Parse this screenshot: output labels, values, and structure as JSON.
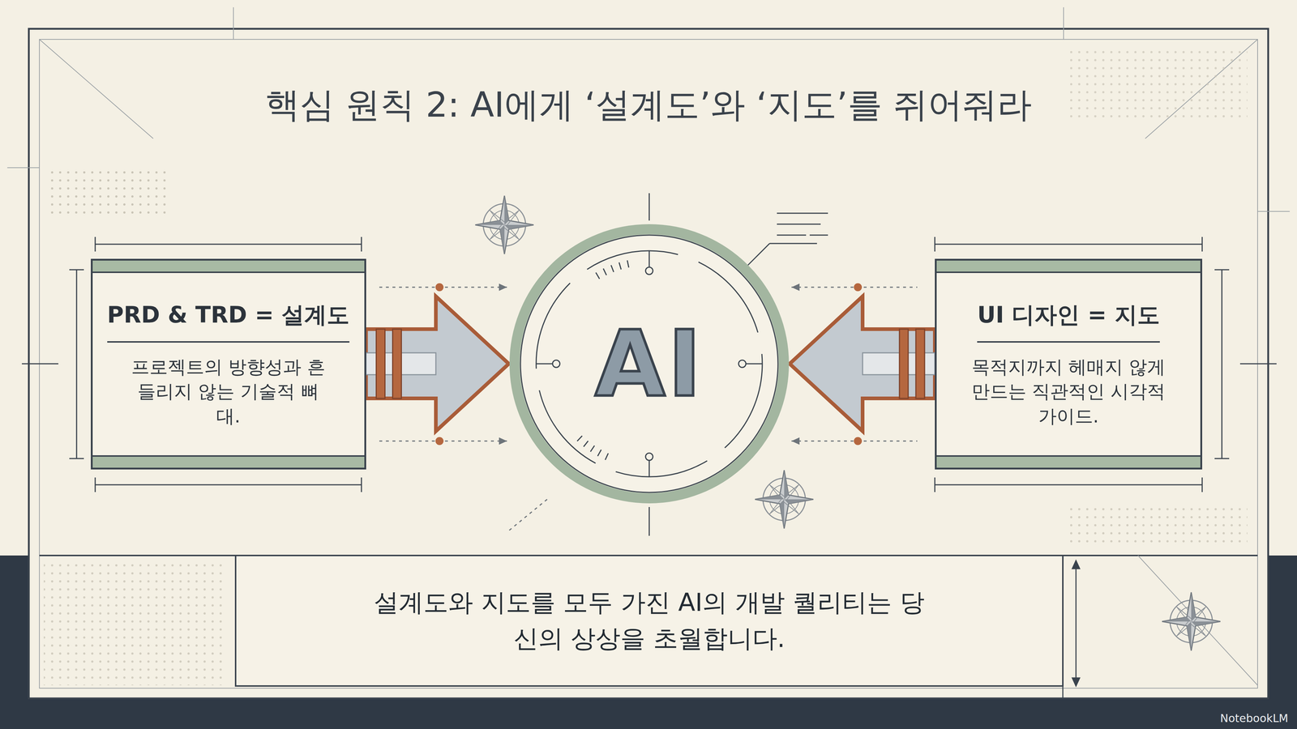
{
  "diagram": {
    "title": "핵심 원칙 2: AI에게 ‘설계도’와 ‘지도’를 쥐어줘라",
    "caption": "설계도와 지도를 모두 가진 AI의 개발 퀄리티는 당신의 상상을 초월합니다.",
    "nodes": [
      {
        "text": [
          "PRD & TRD = 설계도",
          "프로젝트의 방향성과 흔들리지 않는 기술적 뼈대."
        ]
      },
      {
        "text": [
          "AI"
        ]
      },
      {
        "text": [
          "UI 디자인 = 지도",
          "목적지까지 헤매지 않게 만드는 직관적인 시각적 가이드."
        ]
      }
    ],
    "edges": [
      {
        "from": 0,
        "to": 1,
        "arrow": "to"
      },
      {
        "from": 2,
        "to": 1,
        "arrow": "to"
      }
    ],
    "labels": [
      "NotebookLM"
    ]
  }
}
